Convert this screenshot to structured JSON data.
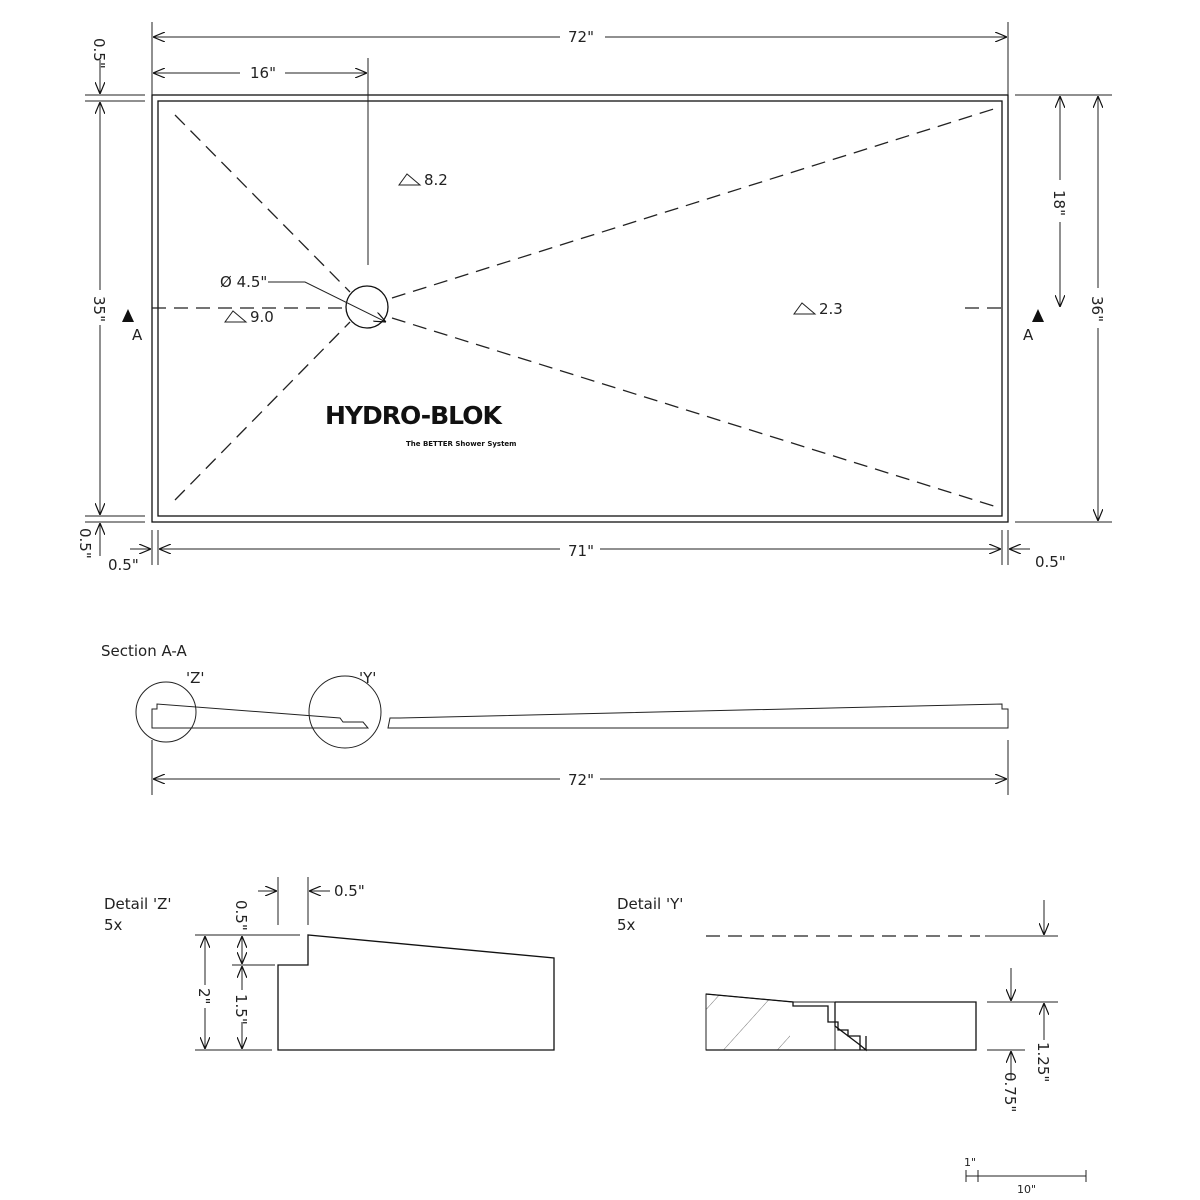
{
  "plan": {
    "overall_length": "72\"",
    "drain_offset": "16\"",
    "top_lip": "0.5\"",
    "inner_width": "35\"",
    "drain_to_edge": "18\"",
    "overall_width": "36\"",
    "bottom_lip": "0.5\"",
    "left_lip": "0.5\"",
    "inner_length": "71\"",
    "right_lip": "0.5\"",
    "drain_diameter": "Ø 4.5\"",
    "section_marker_left": "A",
    "section_marker_right": "A",
    "slopes": [
      "8.2",
      "9.0",
      "2.3"
    ]
  },
  "logo": {
    "name": "HYDRO-BLOK",
    "tagline": "The BETTER Shower System"
  },
  "section": {
    "title": "Section A-A",
    "detail_z_callout": "'Z'",
    "detail_y_callout": "'Y'",
    "length": "72\""
  },
  "detail_z": {
    "title": "Detail 'Z'",
    "scale": "5x",
    "lip_width": "0.5\"",
    "lip_height": "0.5\"",
    "total_height": "2\"",
    "base_height": "1.5\""
  },
  "detail_y": {
    "title": "Detail 'Y'",
    "scale": "5x",
    "height_a": "1.25\"",
    "height_b": "0.75\""
  },
  "scale_bar": {
    "small": "1\"",
    "large": "10\""
  }
}
